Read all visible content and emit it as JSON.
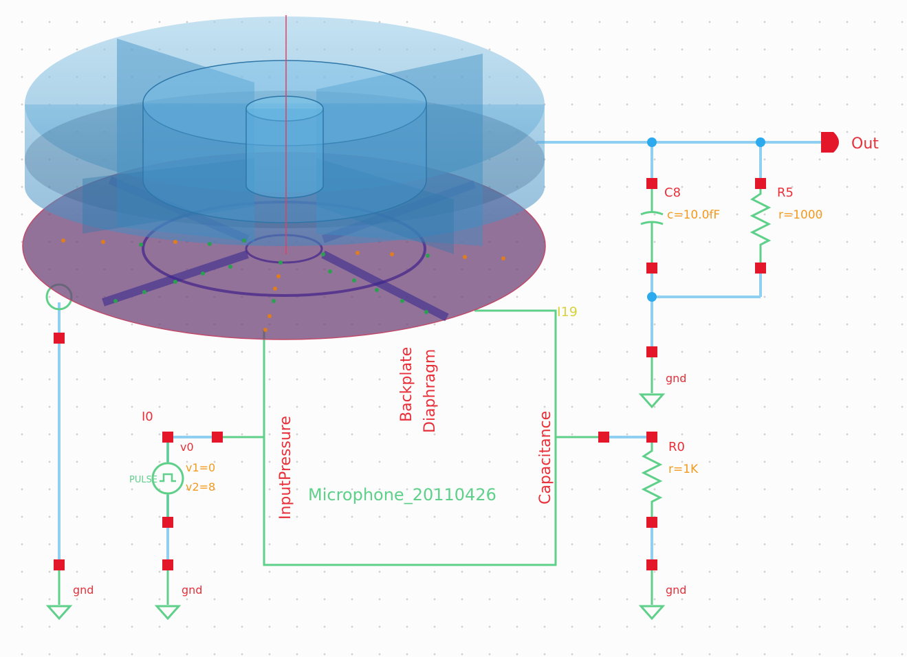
{
  "schematic": {
    "colors": {
      "wire": "#8fd0f2",
      "symbol": "#5fd08a",
      "pin": "#e3162a",
      "net_node": "#2da9ee",
      "label_red": "#e8303a",
      "label_orange": "#f39a1e",
      "label_yellow": "#d8d23a",
      "model_blue": "#5aa9d6",
      "model_purple": "#6b3d74"
    },
    "output_pin": {
      "label": "Out"
    },
    "capacitor": {
      "name": "C8",
      "param": "c=10.0fF"
    },
    "resistor_out": {
      "name": "R5",
      "param": "r=1000"
    },
    "resistor_load": {
      "name": "R0",
      "param": "r=1K"
    },
    "source": {
      "name": "I0",
      "node": "v0",
      "params": [
        "v1=0",
        "v2=8"
      ],
      "symbol_text": "PULSE"
    },
    "block": {
      "name": "Microphone_20110426",
      "instance": "I19",
      "pins": [
        "InputPressure",
        "Backplate",
        "Diaphragm",
        "Capacitance"
      ]
    },
    "grounds": [
      "gnd",
      "gnd",
      "gnd",
      "gnd"
    ]
  }
}
